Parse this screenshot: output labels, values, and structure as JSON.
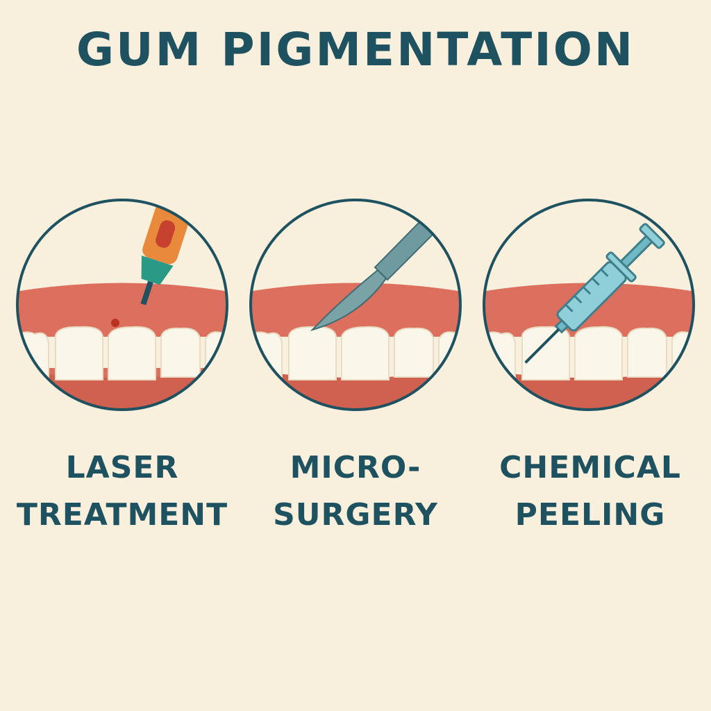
{
  "title": "GUM PIGMENTATION",
  "colors": {
    "background": "#f8efdc",
    "ink": "#1f5260",
    "gum": "#dc6f5d",
    "gum_dark": "#c85848",
    "tooth": "#fbf6ea",
    "laser_body": "#e9893b",
    "laser_tip": "#2a9a87",
    "scalpel": "#6f9aa0",
    "syringe": "#8fcfd9"
  },
  "treatments": [
    {
      "icon": "laser-pen-icon",
      "line1": "LASER",
      "line2": "TREATMENT"
    },
    {
      "icon": "scalpel-icon",
      "line1": "MICRO-",
      "line2": "SURGERY"
    },
    {
      "icon": "syringe-icon",
      "line1": "CHEMICAL",
      "line2": "PEELING"
    }
  ]
}
